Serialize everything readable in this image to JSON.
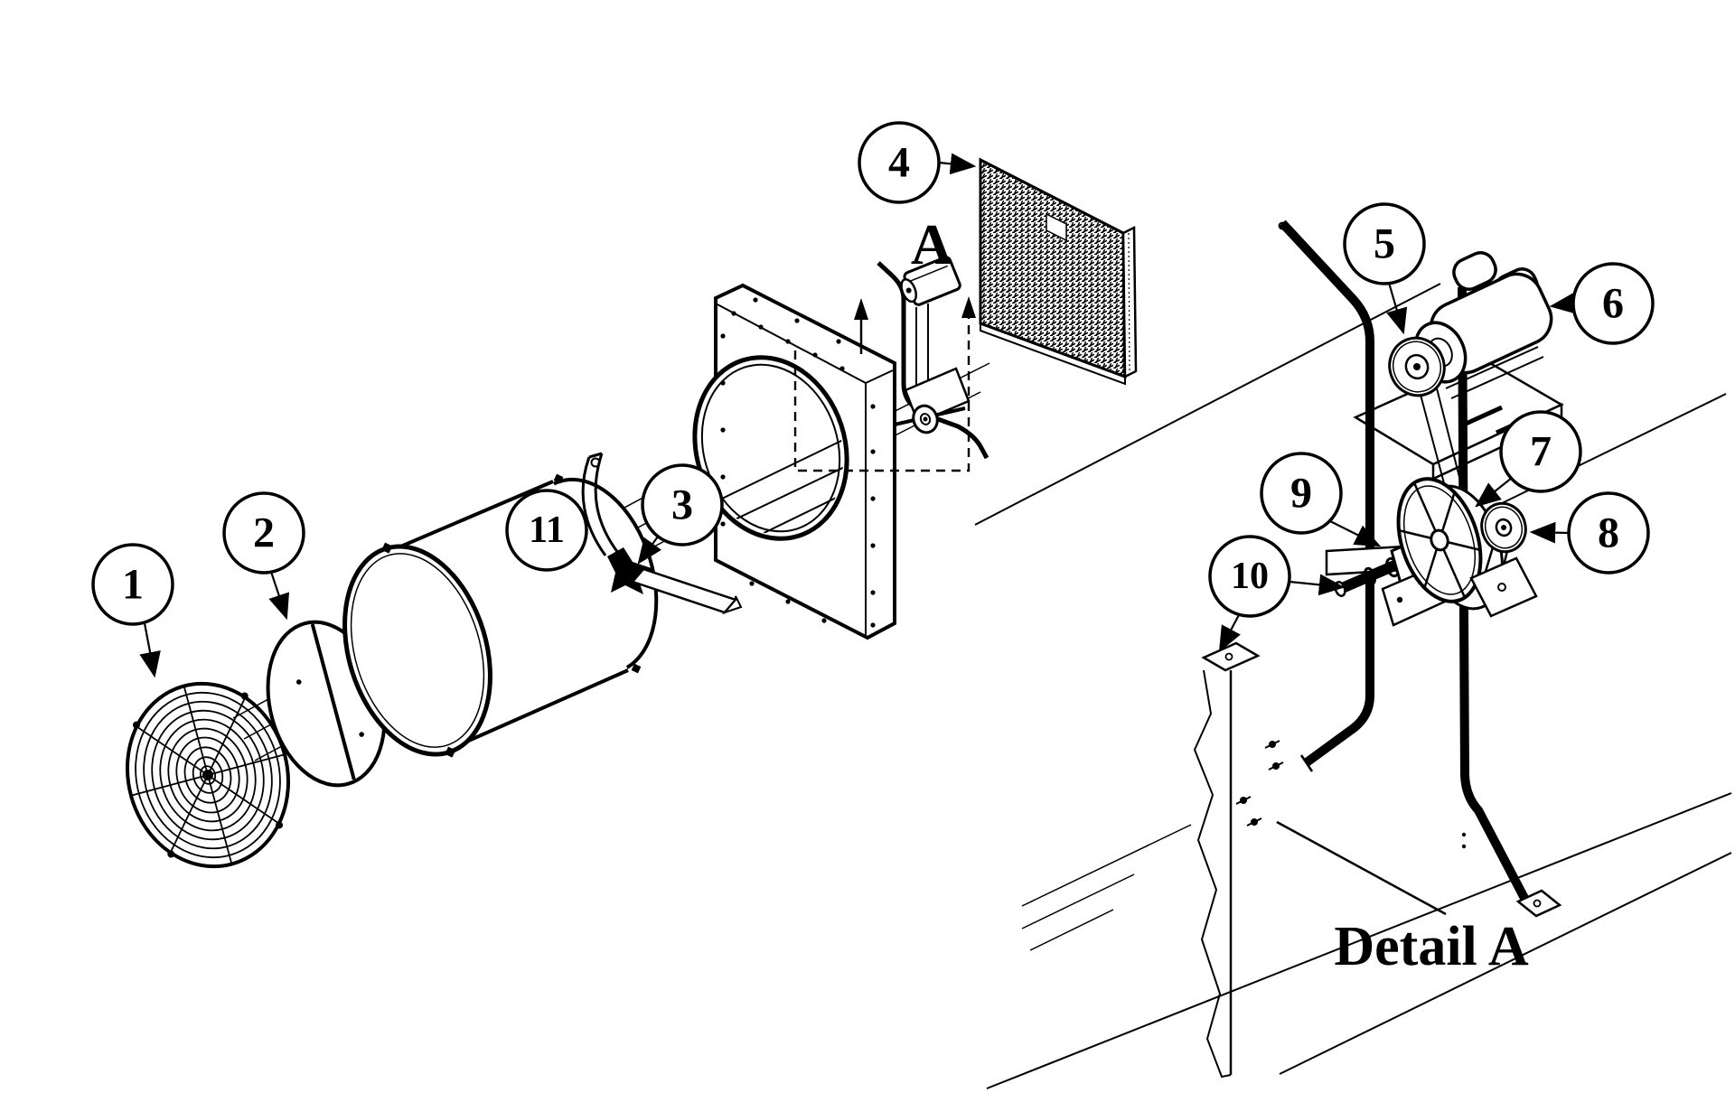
{
  "figure": {
    "background_color": "#ffffff",
    "ink_color": "#000000",
    "type": "exploded-parts-diagram"
  },
  "labels": {
    "detail_marker": "A",
    "detail_caption": "Detail A"
  },
  "callouts": [
    {
      "id": "1",
      "label": "1"
    },
    {
      "id": "2",
      "label": "2"
    },
    {
      "id": "11",
      "label": "11"
    },
    {
      "id": "3",
      "label": "3"
    },
    {
      "id": "4",
      "label": "4"
    },
    {
      "id": "5",
      "label": "5"
    },
    {
      "id": "6",
      "label": "6"
    },
    {
      "id": "7",
      "label": "7"
    },
    {
      "id": "8",
      "label": "8"
    },
    {
      "id": "9",
      "label": "9"
    },
    {
      "id": "10",
      "label": "10"
    }
  ]
}
